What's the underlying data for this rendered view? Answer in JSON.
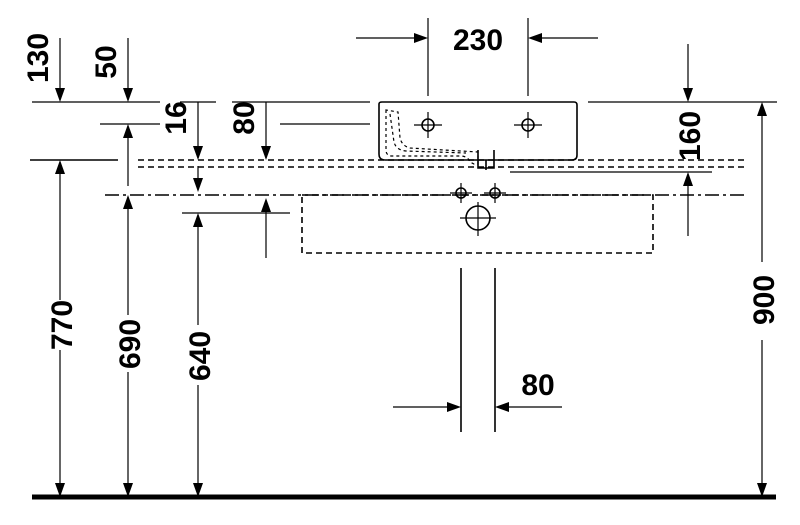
{
  "dimensions": {
    "width_230": "230",
    "height_130": "130",
    "height_50": "50",
    "height_16": "16",
    "height_80_top": "80",
    "height_160": "160",
    "height_770": "770",
    "height_690": "690",
    "height_640": "640",
    "width_80_bottom": "80",
    "height_900": "900"
  }
}
